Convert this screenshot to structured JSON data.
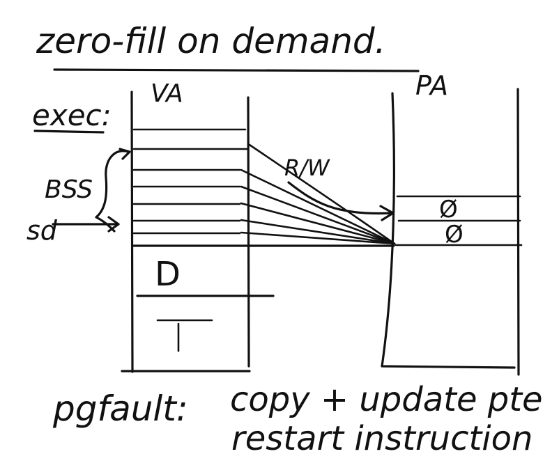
{
  "title": "zero-fill on demand.",
  "va_label": "VA",
  "pa_label": "PA",
  "exec_label": "exec:",
  "bss_label": "BSS",
  "sd_label": "sd",
  "rw_label": "R/W",
  "data_label": "D",
  "text_label": "T",
  "zero_page_1": "Ø",
  "zero_page_2": "Ø",
  "pgfault_label": "pgfault:",
  "action_1": "copy + update pte",
  "action_2": "restart instruction"
}
